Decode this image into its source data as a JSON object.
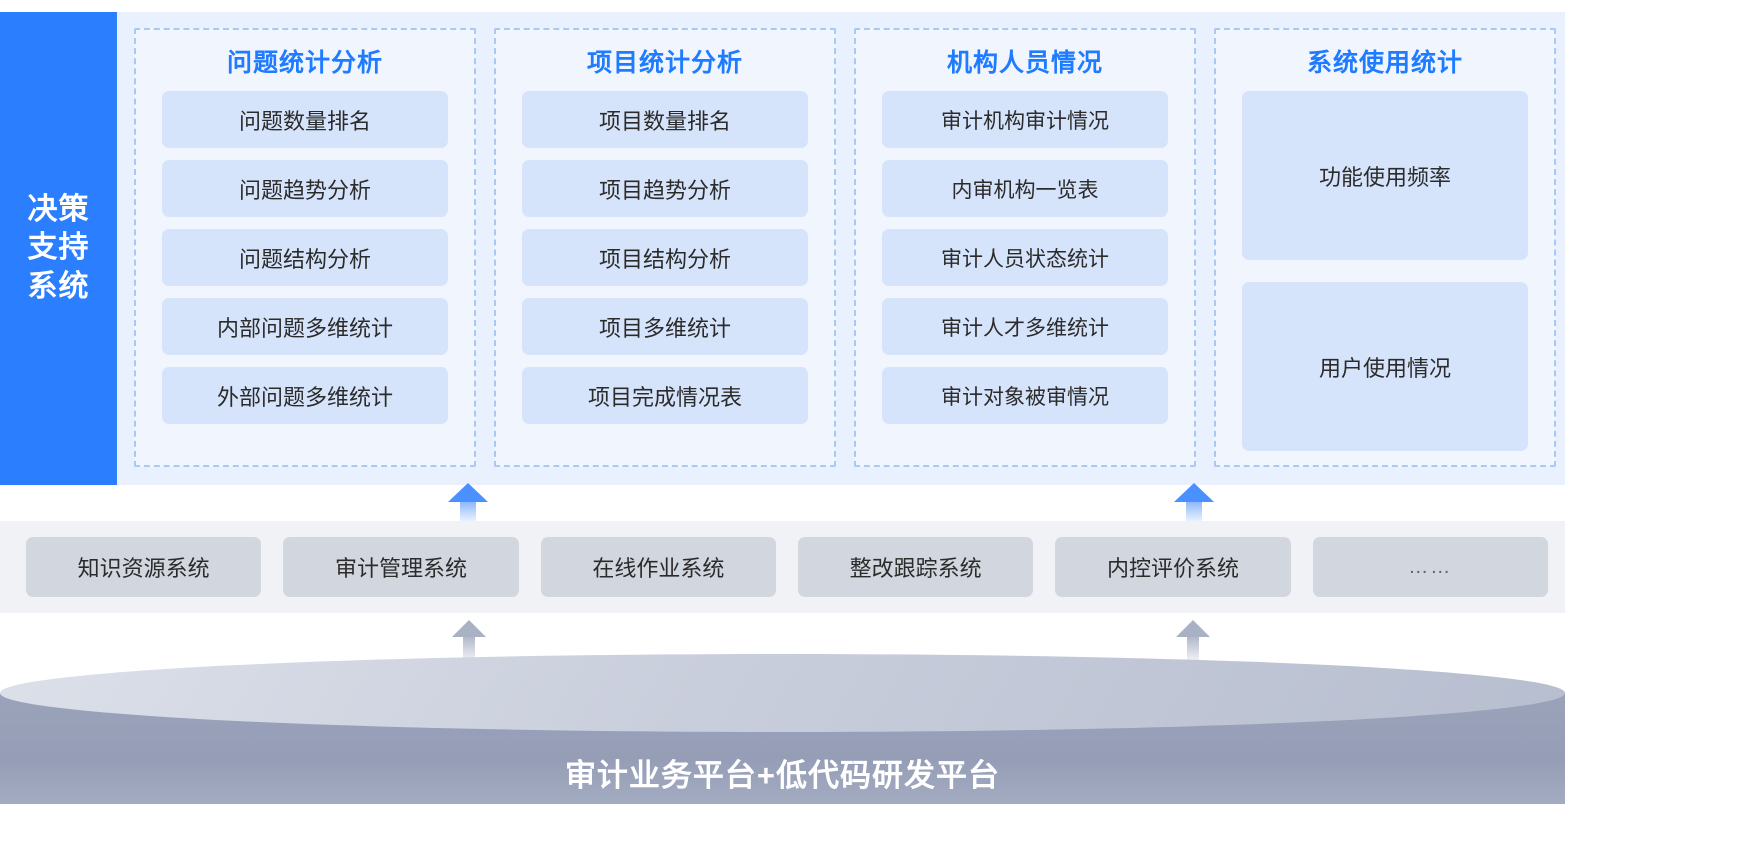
{
  "decision": {
    "label": "决策\n支持\n系统",
    "lines": [
      "决策",
      "支持",
      "系统"
    ],
    "bar_color": "#2B7FFF"
  },
  "title_color": "#1F7BFF",
  "columns": [
    {
      "title": "问题统计分析",
      "items": [
        "问题数量排名",
        "问题趋势分析",
        "问题结构分析",
        "内部问题多维统计",
        "外部问题多维统计"
      ]
    },
    {
      "title": "项目统计分析",
      "items": [
        "项目数量排名",
        "项目趋势分析",
        "项目结构分析",
        "项目多维统计",
        "项目完成情况表"
      ]
    },
    {
      "title": "机构人员情况",
      "items": [
        "审计机构审计情况",
        "内审机构一览表",
        "审计人员状态统计",
        "审计人才多维统计",
        "审计对象被审情况"
      ]
    },
    {
      "title": "系统使用统计",
      "items": [
        "功能使用频率",
        "用户使用情况"
      ]
    }
  ],
  "systems": {
    "boxes": [
      "知识资源系统",
      "审计管理系统",
      "在线作业系统",
      "整改跟踪系统",
      "内控评价系统",
      "……"
    ]
  },
  "platform": {
    "label": "审计业务平台+低代码研发平台"
  },
  "arrows": {
    "blue": [
      "up-arrow-blue-left",
      "up-arrow-blue-right"
    ],
    "gray": [
      "up-arrow-gray-left",
      "up-arrow-gray-right"
    ]
  }
}
